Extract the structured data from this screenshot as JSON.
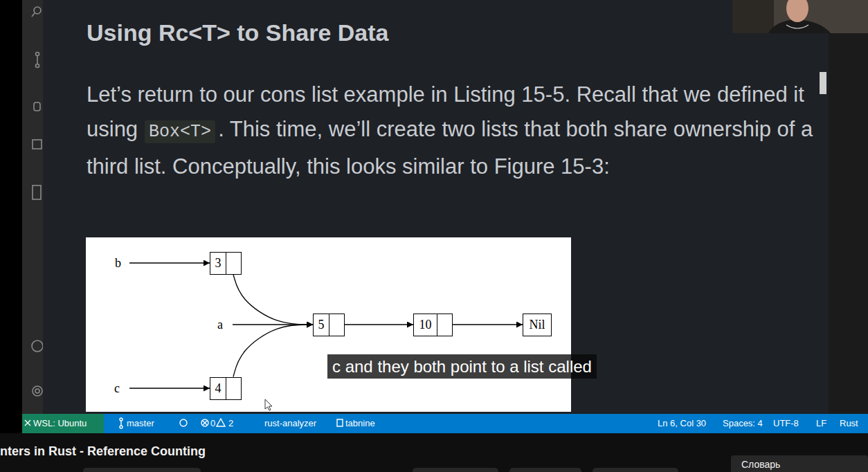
{
  "diagram": {
    "title": "Using Rc<T> to Share Data",
    "nodes": [
      {
        "text": [
          "3"
        ]
      },
      {
        "text": [
          "5"
        ]
      },
      {
        "text": [
          "10"
        ]
      },
      {
        "text": [
          "Nil"
        ]
      },
      {
        "text": [
          "4"
        ]
      }
    ],
    "edges": [
      {
        "from": 0,
        "to": 1,
        "arrow": "to"
      },
      {
        "from": 1,
        "to": 2,
        "arrow": "to"
      },
      {
        "from": 2,
        "to": 3,
        "arrow": "to"
      },
      {
        "from": 4,
        "to": 1,
        "arrow": "to"
      }
    ],
    "labels": [
      "Let’s return to our cons list example in Listing 15-5. Recall that we defined it using",
      "Box<T>",
      ". This time, we’ll create two lists that both share ownership of a third list. Conceptually, this looks similar to Figure 15-3:",
      "b",
      "a",
      "c",
      "c and they both point to a list called",
      "WSL: Ubuntu",
      "master",
      "0",
      "2",
      "rust-analyzer",
      "tabnine",
      "Ln 6, Col 30",
      "Spaces: 4",
      "UTF-8",
      "LF",
      "Rust",
      "nters in Rust - Reference Counting",
      "Словарь"
    ]
  }
}
